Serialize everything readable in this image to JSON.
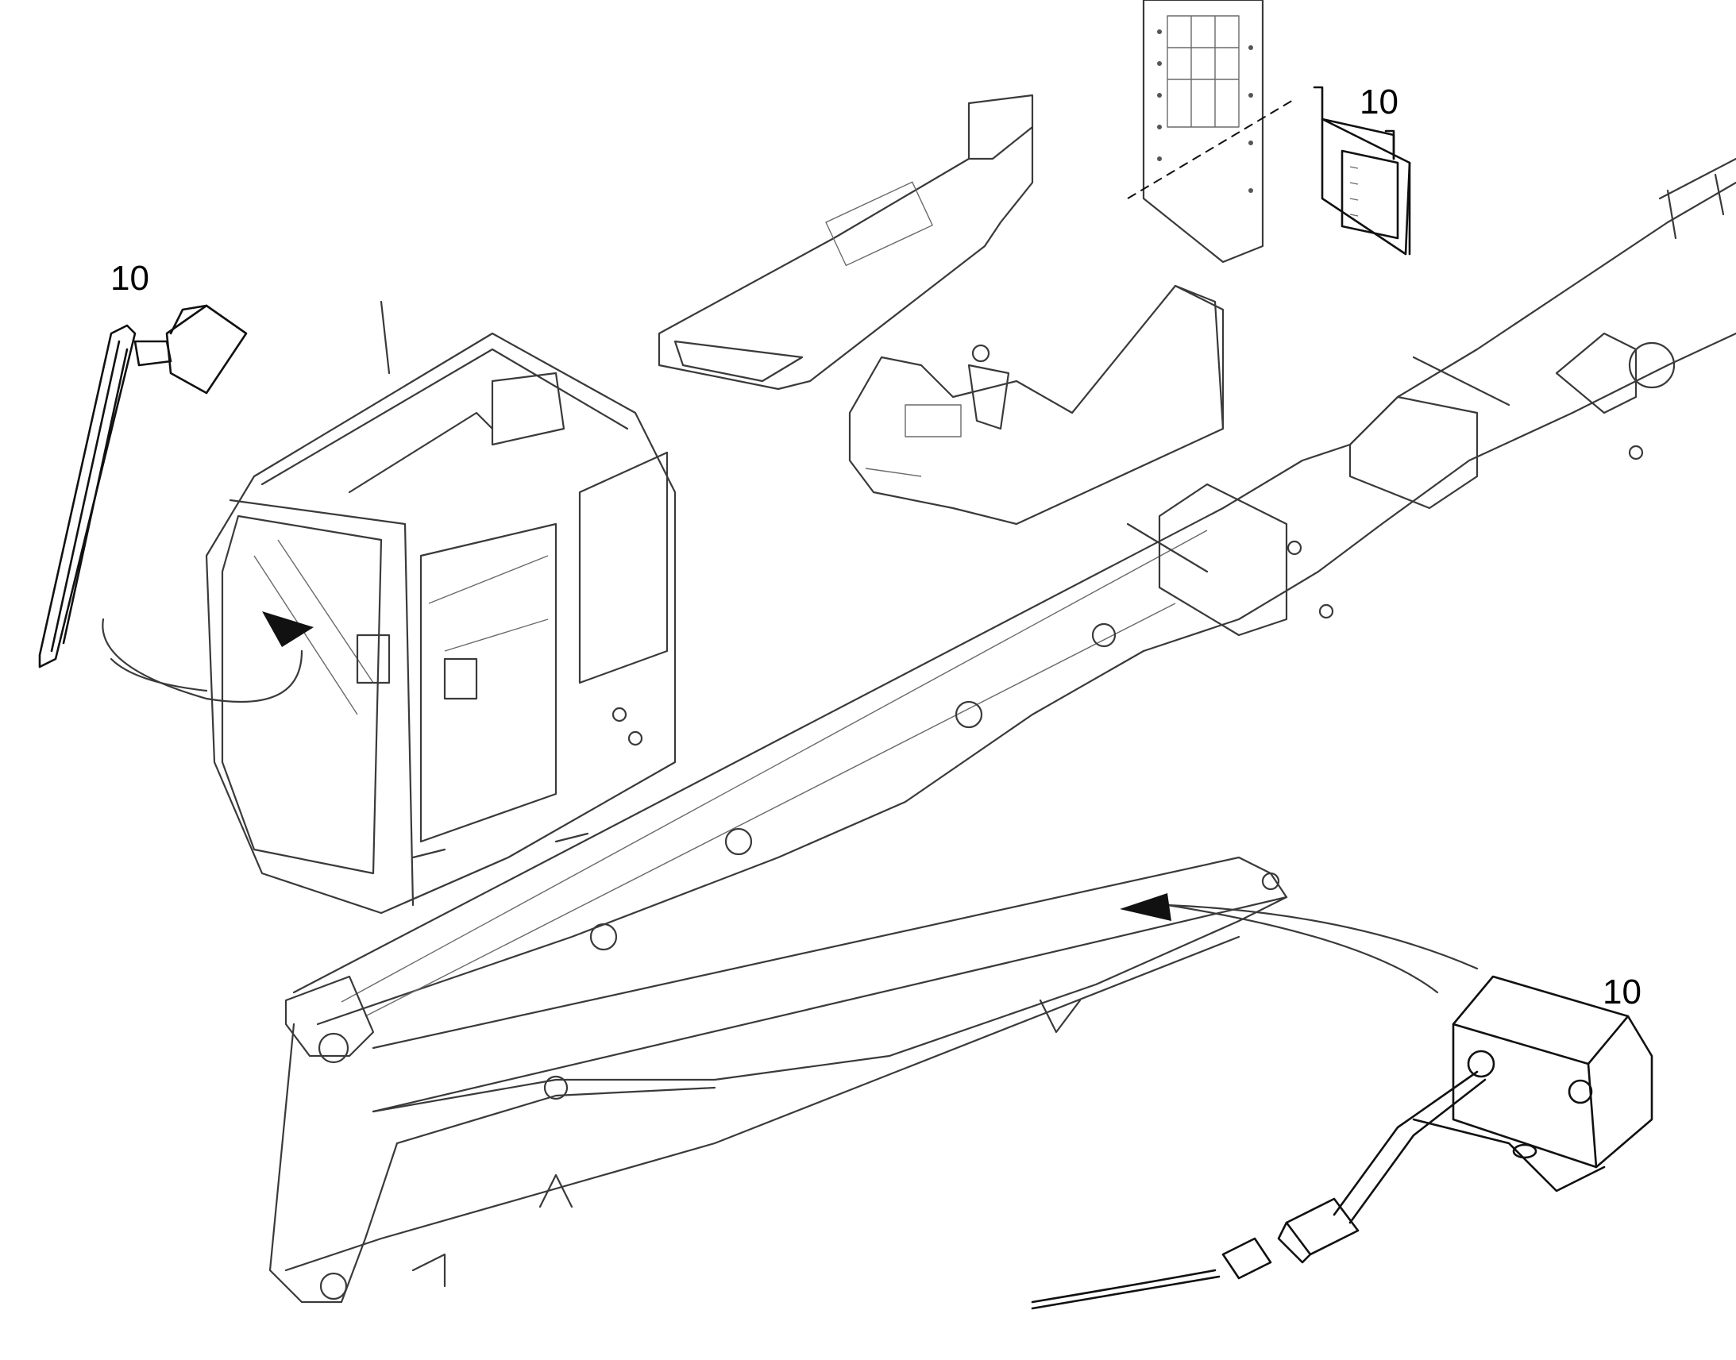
{
  "callouts": [
    {
      "id": "camera-mount-callout",
      "label": "10"
    },
    {
      "id": "monitor-bracket-callout",
      "label": "10"
    },
    {
      "id": "boom-camera-callout",
      "label": "10"
    }
  ],
  "colors": {
    "line": "#3a3a3a",
    "highlight": "#111111",
    "background": "#ffffff"
  }
}
